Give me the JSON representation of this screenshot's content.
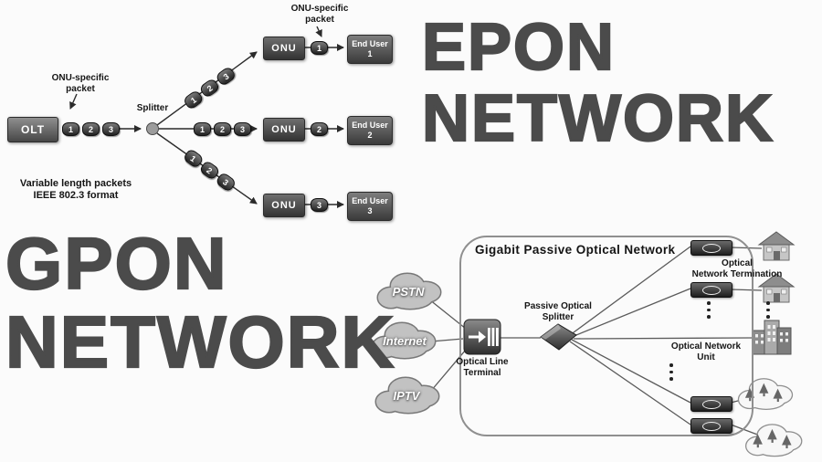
{
  "epon": {
    "title": "EPON\nNETWORK",
    "olt": "OLT",
    "splitter": "Splitter",
    "onu_specific_packet": "ONU-specific\npacket",
    "packets": [
      "1",
      "2",
      "3"
    ],
    "note": "Variable length packets\nIEEE 802.3 format",
    "branches": [
      {
        "onu": "ONU",
        "packet": "1",
        "end_user": "End User\n1"
      },
      {
        "onu": "ONU",
        "packet": "2",
        "end_user": "End User\n2"
      },
      {
        "onu": "ONU",
        "packet": "3",
        "end_user": "End User\n3"
      }
    ]
  },
  "gpon": {
    "title": "GPON\nNETWORK",
    "container_title": "Gigabit Passive Optical Network",
    "clouds": [
      "PSTN",
      "Internet",
      "IPTV"
    ],
    "olt_label": "Optical Line\nTerminal",
    "splitter_label": "Passive Optical\nSplitter",
    "termination_label": "Optical\nNetwork Termination",
    "unit_label": "Optical Network\nUnit"
  },
  "colors": {
    "title_gray": "#4b4b4b",
    "box_dark": "#3f3f3f",
    "cloud_gray": "#c2c2c2",
    "line": "#555555"
  }
}
